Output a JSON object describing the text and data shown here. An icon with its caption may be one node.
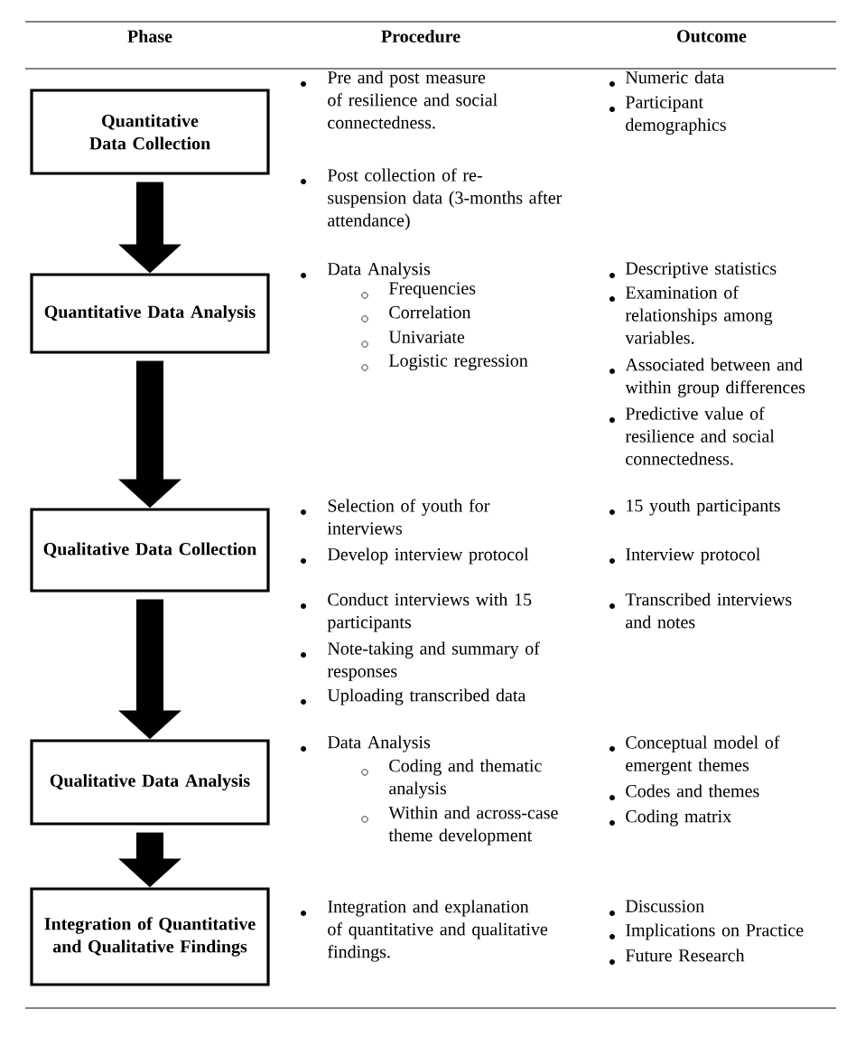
{
  "diagram": {
    "nodes": [
      {
        "text": [
          "Quantitative Data Collection"
        ]
      },
      {
        "text": [
          "Quantitative Data Analysis"
        ]
      },
      {
        "text": [
          "Qualitative Data Collection"
        ]
      },
      {
        "text": [
          "Qualitative Data Analysis"
        ]
      },
      {
        "text": [
          "Integration of Quantitative and Qualitative Findings"
        ]
      }
    ],
    "edges": [
      {
        "from": 0,
        "to": 1,
        "arrow": "to"
      },
      {
        "from": 1,
        "to": 2,
        "arrow": "to"
      },
      {
        "from": 2,
        "to": 3,
        "arrow": "to"
      },
      {
        "from": 3,
        "to": 4,
        "arrow": "to"
      }
    ],
    "labels": [
      "Phase",
      "Procedure",
      "Outcome",
      "Pre and post measure of resilience and social connectedness.",
      "Post collection of re-suspension data (3-months after attendance)",
      "Numeric data",
      "Participant demographics",
      "Data Analysis",
      "Frequencies",
      "Correlation",
      "Univariate",
      "Logistic regression",
      "Descriptive statistics",
      "Examination of relationships among variables.",
      "Associated between and within group differences",
      "Predictive value of resilience and social connectedness.",
      "Selection of youth for interviews",
      "Develop interview protocol",
      "Conduct interviews with 15 participants",
      "Note-taking and summary of responses",
      "Uploading transcribed data",
      "15 youth participants",
      "Interview protocol",
      "Transcribed interviews and notes",
      "Data Analysis",
      "Coding and thematic analysis",
      "Within and across-case theme development",
      "Conceptual model of emergent themes",
      "Codes and themes",
      "Coding matrix",
      "Integration and explanation of quantitative and qualitative findings.",
      "Discussion",
      "Implications on Practice",
      "Future Research"
    ]
  }
}
